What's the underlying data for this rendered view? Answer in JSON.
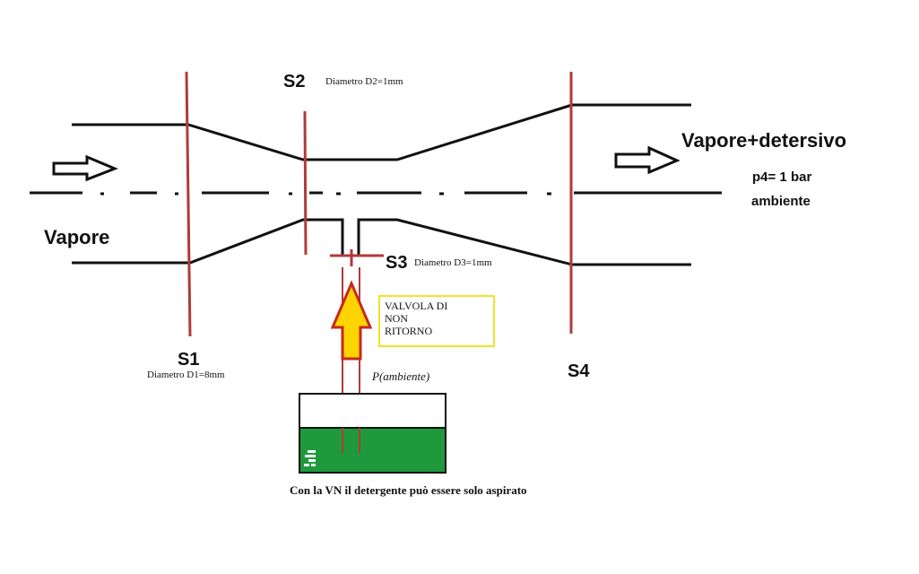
{
  "labels": {
    "inlet": "Vapore",
    "outlet": "Vapore+detersivo",
    "p4": "p4= 1 bar",
    "p4_sub": "ambiente",
    "s1": "S1",
    "s2": "S2",
    "s3": "S3",
    "s4": "S4",
    "d1": "Diametro D1=8mm",
    "d2": "Diametro D2=1mm",
    "d3": "Diametro D3=1mm",
    "p_env": "P(ambiente)",
    "valve_line1": "VALVOLA DI",
    "valve_line2": "NON",
    "valve_line3": "RITORNO",
    "caption": "Con la VN il detergente può essere solo aspirato"
  },
  "colors": {
    "pipe": "#111111",
    "section_line": "#b13a3a",
    "liquid": "#1e9a3c",
    "arrow_fill": "#ffd400",
    "arrow_stroke": "#c8281e",
    "valve_border": "#f2e226"
  }
}
